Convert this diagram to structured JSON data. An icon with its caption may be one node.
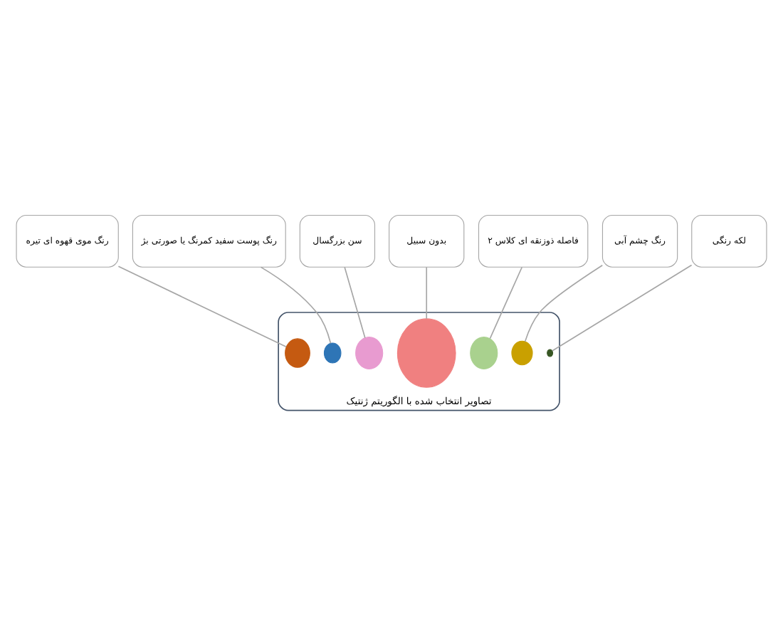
{
  "diagram": {
    "nodes": [
      {
        "text": [
          "رنگ موی قهوه ای تیره"
        ]
      },
      {
        "text": [
          "رنگ پوست سفید کمرنگ یا صورتی بژ"
        ]
      },
      {
        "text": [
          "سن بزرگسال"
        ]
      },
      {
        "text": [
          "بدون سبیل"
        ]
      },
      {
        "text": [
          "فاصله ذوزنقه ای کلاس ۲"
        ]
      },
      {
        "text": [
          "رنگ چشم آبی"
        ]
      },
      {
        "text": [
          "لکه رنگی"
        ]
      },
      {
        "text": [
          "تصاویر انتخاب شده با الگوریتم ژنتیک"
        ]
      },
      {
        "text": [],
        "shape": "circle",
        "in": 7
      },
      {
        "text": [],
        "shape": "circle",
        "in": 7
      },
      {
        "text": [],
        "shape": "circle",
        "in": 7
      },
      {
        "text": [],
        "shape": "circle",
        "in": 7
      },
      {
        "text": [],
        "shape": "circle",
        "in": 7
      },
      {
        "text": [],
        "shape": "circle",
        "in": 7
      },
      {
        "text": [],
        "shape": "circle",
        "in": 7
      }
    ],
    "edges": [
      {
        "from": 0,
        "to": 8,
        "arrow": "none"
      },
      {
        "from": 1,
        "to": 9,
        "arrow": "none"
      },
      {
        "from": 2,
        "to": 10,
        "arrow": "none"
      },
      {
        "from": 3,
        "to": 11,
        "arrow": "none"
      },
      {
        "from": 4,
        "to": 12,
        "arrow": "none"
      },
      {
        "from": 5,
        "to": 13,
        "arrow": "none"
      },
      {
        "from": 6,
        "to": 14,
        "arrow": "none"
      }
    ]
  }
}
